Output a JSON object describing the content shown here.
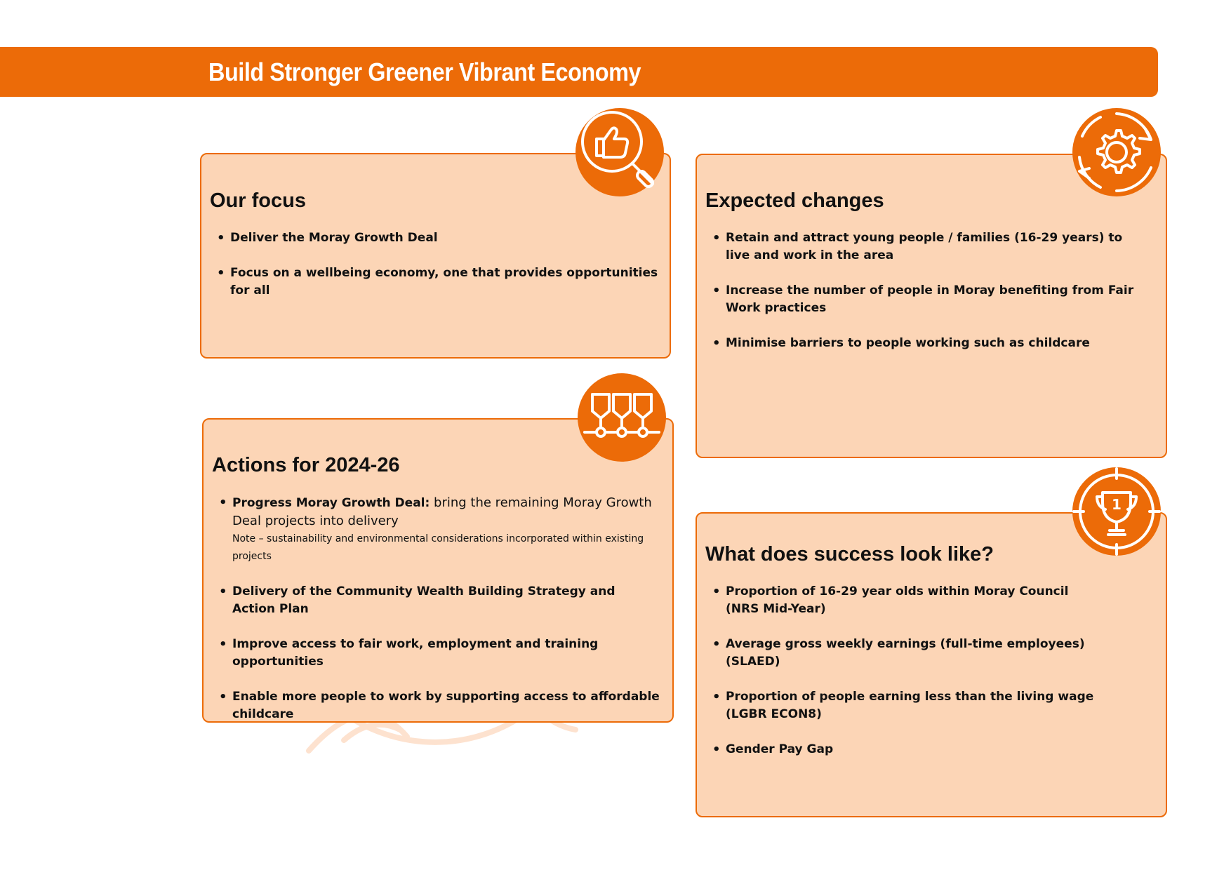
{
  "banner": {
    "title": "Build Stronger Greener Vibrant Economy"
  },
  "colors": {
    "accent": "#ec6b08",
    "card_fill": "#fcd5b6",
    "watermark": "#fde2cf"
  },
  "icons": {
    "focus": "thumbs-up-magnifier-icon",
    "changes": "gear-cycle-icon",
    "actions": "milestone-badges-icon",
    "success": "trophy-target-icon",
    "watermark": "globe-outline-icon"
  },
  "focus": {
    "heading": "Our focus",
    "items": [
      "Deliver the Moray Growth Deal",
      "Focus on a wellbeing economy, one that provides opportunities for all"
    ]
  },
  "changes": {
    "heading": "Expected changes",
    "items": [
      "Retain and attract young people / families (16-29 years) to live and work in the area",
      "Increase the number of people in Moray benefiting from Fair Work practices",
      "Minimise barriers to people working such as childcare"
    ]
  },
  "actions": {
    "heading": "Actions for 2024-26",
    "first_item": {
      "lead": "Progress Moray Growth Deal:",
      "rest": " bring the remaining Moray Growth Deal projects into delivery",
      "note": "Note – sustainability and environmental considerations incorporated within existing projects"
    },
    "items": [
      "Delivery of the Community Wealth Building Strategy and Action Plan",
      "Improve access to fair work, employment and training opportunities",
      "Enable more people to work by supporting access to affordable childcare"
    ]
  },
  "success": {
    "heading": "What does success look like?",
    "items": [
      {
        "line1": "Proportion of 16-29 year olds within Moray Council",
        "line2": "(NRS Mid-Year)"
      },
      {
        "line1": "Average gross weekly earnings (full-time employees)",
        "line2": "(SLAED)"
      },
      {
        "line1": "Proportion of people earning less than the living wage",
        "line2": "(LGBR ECON8)"
      },
      {
        "line1": "Gender Pay Gap",
        "line2": ""
      }
    ],
    "trophy_number": "1"
  }
}
